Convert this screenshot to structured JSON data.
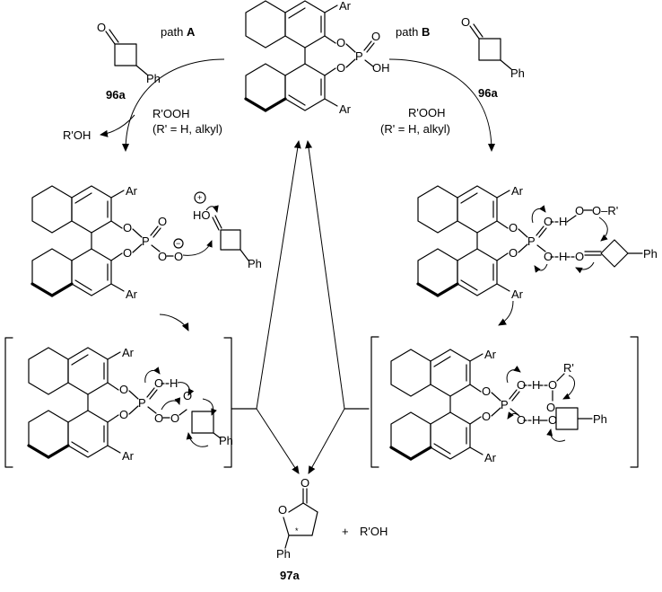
{
  "path_a": {
    "word": "path",
    "letter": "A"
  },
  "path_b": {
    "word": "path",
    "letter": "B"
  },
  "compound_96a": "96a",
  "compound_97a": "97a",
  "oxidant": "R'OOH",
  "oxidant_note": "(R' = H, alkyl)",
  "byproduct": "R'OH",
  "plus": "+",
  "atoms": {
    "ar": "Ar",
    "o": "O",
    "p": "P",
    "oh": "OH",
    "ho": "HO",
    "h": "H",
    "ph": "Ph",
    "r_prime": "R'",
    "o_r_prime": "O–R'",
    "plus_charge": "+",
    "minus_charge": "−",
    "stereo_star": "*"
  }
}
